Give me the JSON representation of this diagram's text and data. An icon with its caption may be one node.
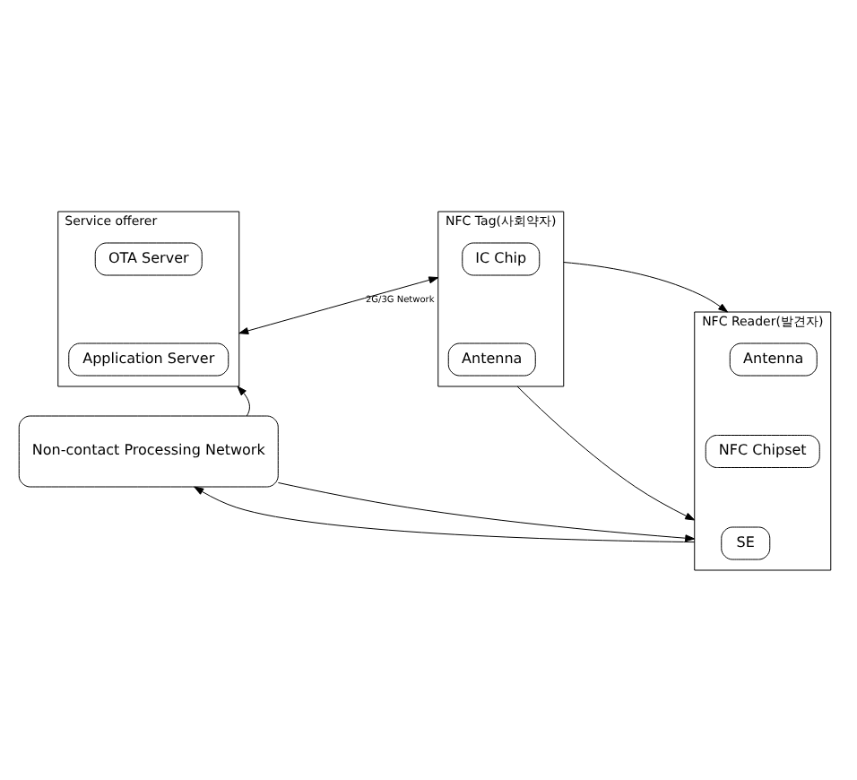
{
  "diagram": {
    "nodes": [
      {
        "text": [
          "Service offerer"
        ]
      },
      {
        "text": [
          "OTA Server"
        ],
        "in": 0
      },
      {
        "text": [
          "Application Server"
        ],
        "in": 0
      },
      {
        "text": [
          "NFC Tag(사회약자)"
        ]
      },
      {
        "text": [
          "IC Chip"
        ],
        "in": 3
      },
      {
        "text": [
          "Antenna"
        ],
        "in": 3
      },
      {
        "text": [
          "NFC Reader(발견자)"
        ]
      },
      {
        "text": [
          "Antenna"
        ],
        "in": 6
      },
      {
        "text": [
          "NFC Chipset"
        ],
        "in": 6
      },
      {
        "text": [
          "SE"
        ],
        "in": 6
      },
      {
        "text": [
          "Non-contact Processing Network"
        ]
      }
    ],
    "edges": [
      {
        "from": 0,
        "to": 3,
        "arrow": "both",
        "label": "2G/3G Network"
      },
      {
        "from": 3,
        "to": 6,
        "arrow": "to"
      },
      {
        "from": 3,
        "to": 6,
        "arrow": "to"
      },
      {
        "from": 10,
        "to": 0,
        "arrow": "to"
      },
      {
        "from": 6,
        "to": 10,
        "arrow": "to"
      },
      {
        "from": 10,
        "to": 6,
        "arrow": "to"
      }
    ]
  }
}
